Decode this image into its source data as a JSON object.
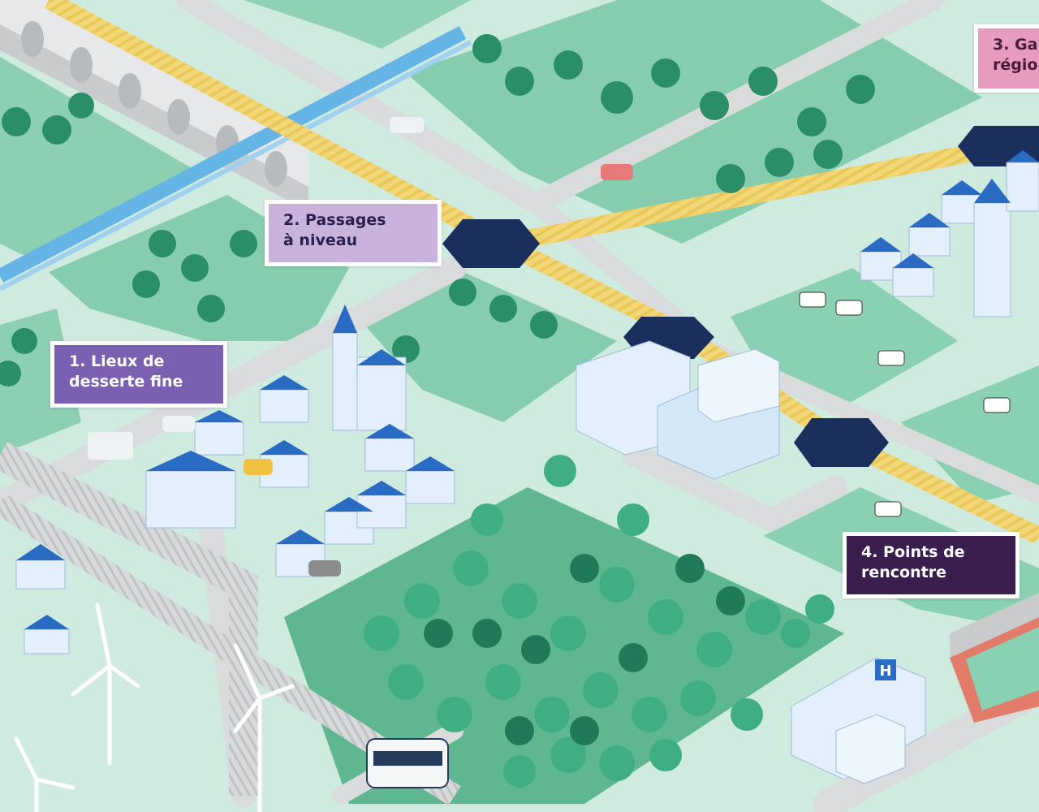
{
  "map": {
    "labels": [
      {
        "id": "1",
        "line1": "1. Lieux de",
        "line2": "desserte fine"
      },
      {
        "id": "2",
        "line1": "2. Passages",
        "line2": "à niveau"
      },
      {
        "id": "3",
        "line1": "3. Ga",
        "line2": "régio"
      },
      {
        "id": "4",
        "line1": "4. Points de",
        "line2": "rencontre"
      }
    ],
    "hospital_sign": "H",
    "colors": {
      "ground": "#cfeadf",
      "park": "#6fc4a1",
      "forest": "#5fb791",
      "road": "#dadbdc",
      "rail": "#f2d46a",
      "crossing": "#1b2f5c",
      "water": "#64b4e6",
      "building": "#e3f0fb",
      "roof": "#2a6cc4"
    }
  }
}
